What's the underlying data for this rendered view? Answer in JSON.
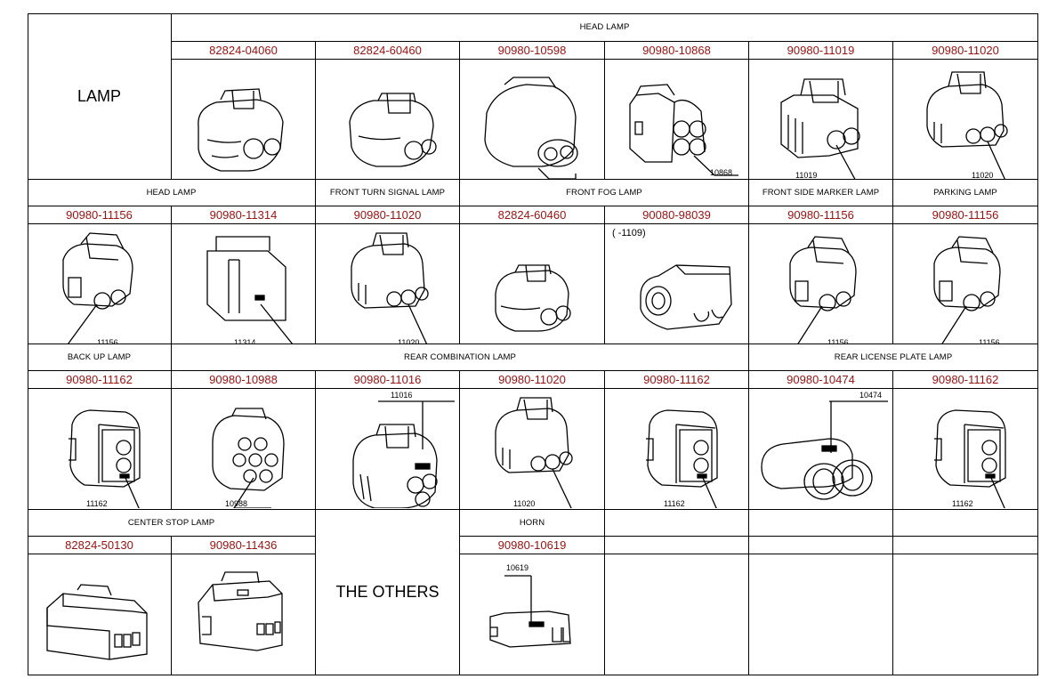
{
  "lamp_label": "LAMP",
  "others_label": "THE OTHERS",
  "sections": {
    "head_lamp_1": "HEAD LAMP",
    "head_lamp_2": "HEAD LAMP",
    "front_turn_signal": "FRONT TURN SIGNAL LAMP",
    "front_fog": "FRONT FOG LAMP",
    "front_side_marker": "FRONT SIDE MARKER LAMP",
    "parking": "PARKING LAMP",
    "back_up": "BACK UP LAMP",
    "rear_combination": "REAR COMBINATION LAMP",
    "rear_license_plate": "REAR LICENSE PLATE LAMP",
    "center_stop": "CENTER STOP LAMP",
    "horn": "HORN"
  },
  "row1": [
    {
      "part": "82824-04060",
      "callout": "",
      "icon": "connector-2pin-latch-icon"
    },
    {
      "part": "82824-60460",
      "callout": "",
      "icon": "connector-2pin-latch-icon"
    },
    {
      "part": "90980-10598",
      "callout": "",
      "icon": "connector-2pin-housing-icon"
    },
    {
      "part": "90980-10868",
      "callout": "10868",
      "icon": "connector-4pin-icon"
    },
    {
      "part": "90980-11019",
      "callout": "11019",
      "icon": "connector-2pin-icon"
    },
    {
      "part": "90980-11020",
      "callout": "11020",
      "icon": "connector-3pin-icon"
    }
  ],
  "row2": [
    {
      "part": "90980-11156",
      "callout": "11156",
      "icon": "connector-2pin-icon"
    },
    {
      "part": "90980-11314",
      "callout": "11314",
      "icon": "connector-square-icon"
    },
    {
      "part": "90980-11020",
      "callout": "11020",
      "icon": "connector-3pin-icon"
    },
    {
      "part": "82824-60460",
      "callout": "",
      "icon": "connector-2pin-latch-icon"
    },
    {
      "part": "90080-98039",
      "callout": "",
      "note": "(     -1109)",
      "icon": "connector-2pin-side-icon"
    },
    {
      "part": "90980-11156",
      "callout": "11156",
      "icon": "connector-2pin-icon"
    },
    {
      "part": "90980-11156",
      "callout": "11156",
      "icon": "connector-2pin-icon"
    }
  ],
  "row3": [
    {
      "part": "90980-11162",
      "callout": "11162",
      "icon": "connector-2pin-box-icon"
    },
    {
      "part": "90980-10988",
      "callout": "10988",
      "icon": "connector-6pin-icon"
    },
    {
      "part": "90980-11016",
      "callout": "11016",
      "icon": "connector-3pin-large-icon"
    },
    {
      "part": "90980-11020",
      "callout": "11020",
      "icon": "connector-3pin-icon"
    },
    {
      "part": "90980-11162",
      "callout": "11162",
      "icon": "connector-2pin-box-icon"
    },
    {
      "part": "90980-10474",
      "callout": "10474",
      "icon": "connector-2pin-round-icon"
    },
    {
      "part": "90980-11162",
      "callout": "11162",
      "icon": "connector-2pin-box-icon"
    }
  ],
  "row4": [
    {
      "part": "82824-50130",
      "callout": "",
      "icon": "connector-flat-4pin-icon"
    },
    {
      "part": "90980-11436",
      "callout": "",
      "icon": "connector-flat-3pin-icon"
    },
    {
      "part": "90980-10619",
      "callout": "10619",
      "icon": "connector-flat-2pin-icon"
    }
  ]
}
